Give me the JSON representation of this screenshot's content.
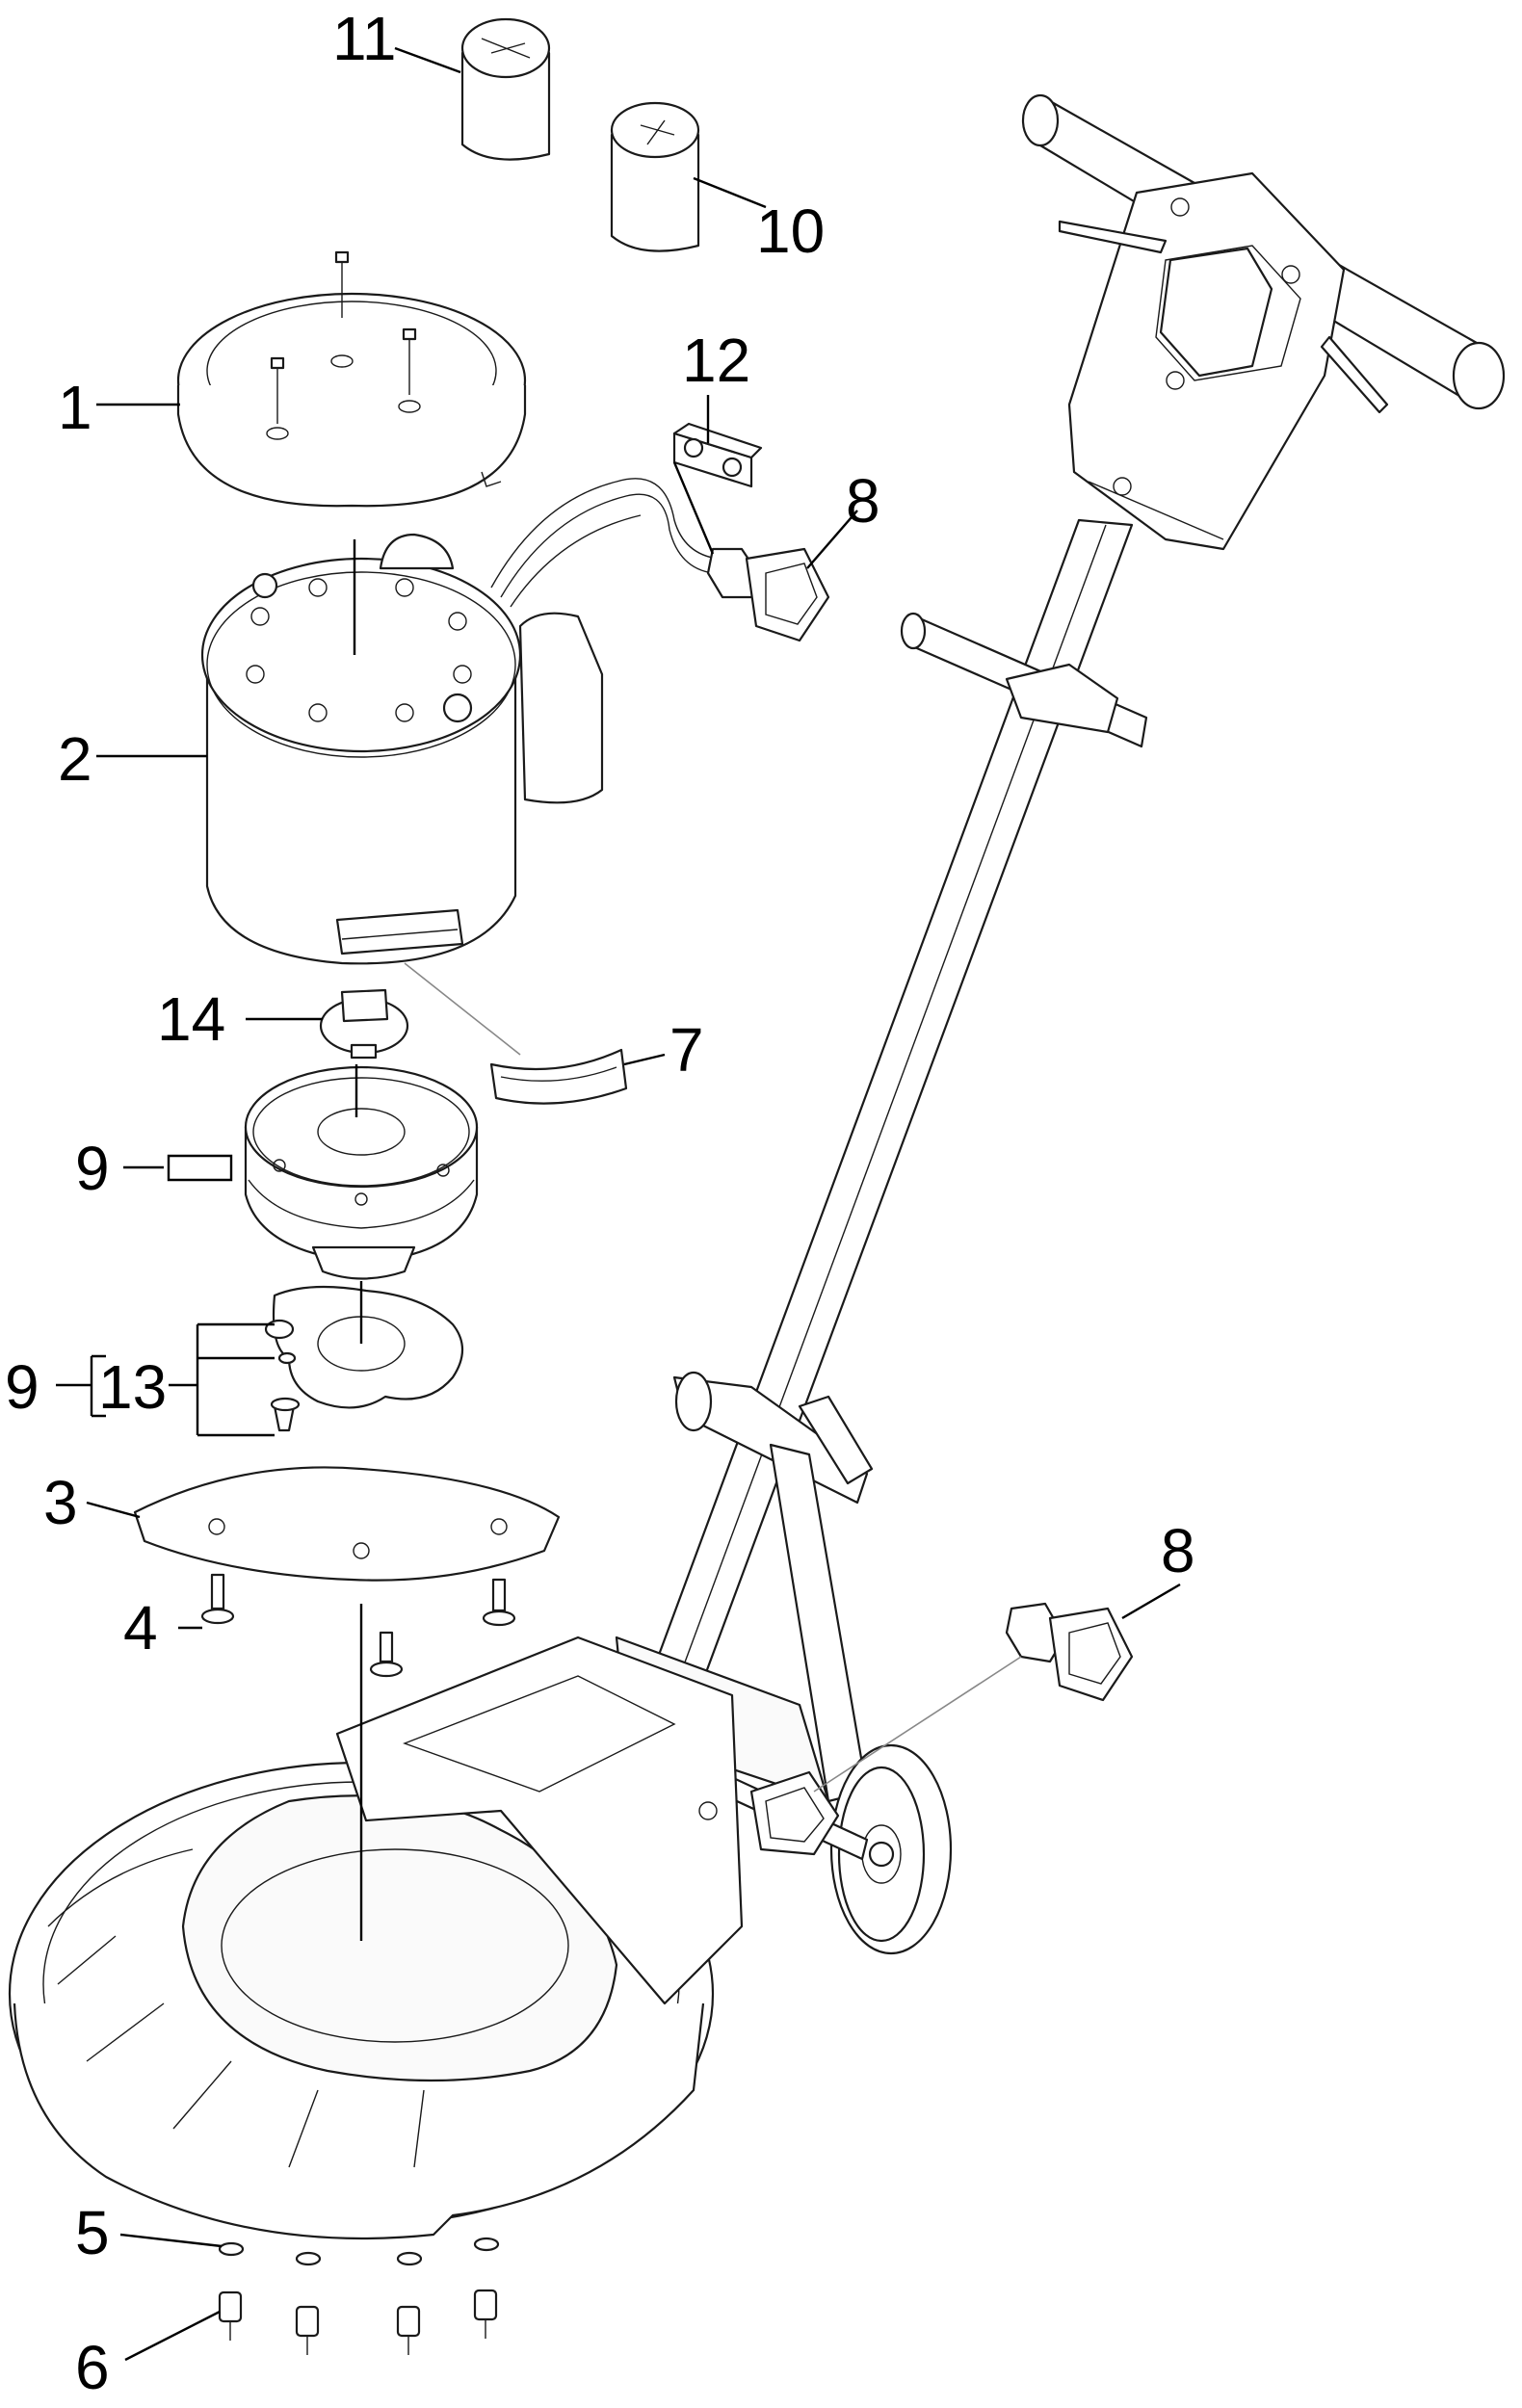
{
  "diagram": {
    "callouts": [
      {
        "id": "c11",
        "text": "11"
      },
      {
        "id": "c10",
        "text": "10"
      },
      {
        "id": "c1",
        "text": "1"
      },
      {
        "id": "c12",
        "text": "12"
      },
      {
        "id": "c8a",
        "text": "8"
      },
      {
        "id": "c2",
        "text": "2"
      },
      {
        "id": "c14",
        "text": "14"
      },
      {
        "id": "c7",
        "text": "7"
      },
      {
        "id": "c9a",
        "text": "9"
      },
      {
        "id": "c9b",
        "text": "9"
      },
      {
        "id": "c13",
        "text": "13"
      },
      {
        "id": "c3",
        "text": "3"
      },
      {
        "id": "c8b",
        "text": "8"
      },
      {
        "id": "c4",
        "text": "4"
      },
      {
        "id": "c5",
        "text": "5"
      },
      {
        "id": "c6",
        "text": "6"
      }
    ]
  }
}
